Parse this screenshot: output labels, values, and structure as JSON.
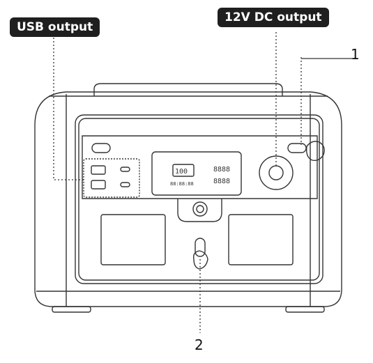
{
  "labels": {
    "usb_output": "USB output",
    "dc_output": "12V DC output",
    "callout_1": "1",
    "callout_2": "2"
  },
  "display": {
    "battery_percent": "100",
    "small_digits": "88:88:88",
    "readout_top": "8888",
    "readout_bottom": "8888"
  },
  "colors": {
    "outline": "#333333",
    "label_bg": "#1f1f1f",
    "label_text": "#ffffff"
  }
}
